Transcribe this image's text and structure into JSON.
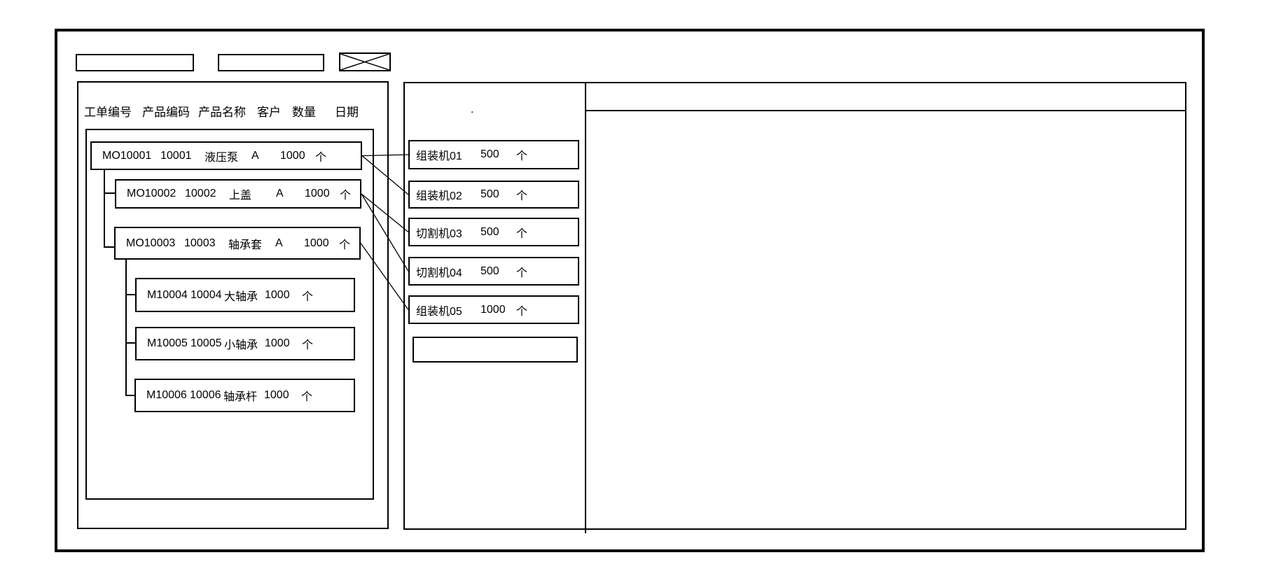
{
  "colors": {
    "line": "#000000",
    "background": "#ffffff"
  },
  "toolbar": {
    "field1_value": "",
    "field2_value": "",
    "placeholder_icon": "crossed-box"
  },
  "work_order_panel": {
    "columns": [
      "工单编号",
      "产品编码",
      "产品名称",
      "客户",
      "数量",
      "日期"
    ],
    "orders": [
      {
        "order_no": "MO10001",
        "product_code": "10001",
        "product_name": "液压泵",
        "customer": "A",
        "qty": "1000",
        "unit": "个"
      },
      {
        "order_no": "MO10002",
        "product_code": "10002",
        "product_name": "上盖",
        "customer": "A",
        "qty": "1000",
        "unit": "个"
      },
      {
        "order_no": "MO10003",
        "product_code": "10003",
        "product_name": "轴承套",
        "customer": "A",
        "qty": "1000",
        "unit": "个"
      },
      {
        "order_no": "M10004",
        "product_code": "10004",
        "product_name": "大轴承",
        "customer": "",
        "qty": "1000",
        "unit": "个"
      },
      {
        "order_no": "M10005",
        "product_code": "10005",
        "product_name": "小轴承",
        "customer": "",
        "qty": "1000",
        "unit": "个"
      },
      {
        "order_no": "M10006",
        "product_code": "10006",
        "product_name": "轴承杆",
        "customer": "",
        "qty": "1000",
        "unit": "个"
      }
    ]
  },
  "machine_panel": {
    "stray_mark": ".",
    "machines": [
      {
        "name": "组装机01",
        "qty": "500",
        "unit": "个"
      },
      {
        "name": "组装机02",
        "qty": "500",
        "unit": "个"
      },
      {
        "name": "切割机03",
        "qty": "500",
        "unit": "个"
      },
      {
        "name": "切割机04",
        "qty": "500",
        "unit": "个"
      },
      {
        "name": "组装机05",
        "qty": "1000",
        "unit": "个"
      }
    ]
  },
  "connections": [
    {
      "from": "order-0",
      "to": "machine-0"
    },
    {
      "from": "order-0",
      "to": "machine-1"
    },
    {
      "from": "order-1",
      "to": "machine-2"
    },
    {
      "from": "order-1",
      "to": "machine-3"
    },
    {
      "from": "order-2",
      "to": "machine-4"
    }
  ]
}
